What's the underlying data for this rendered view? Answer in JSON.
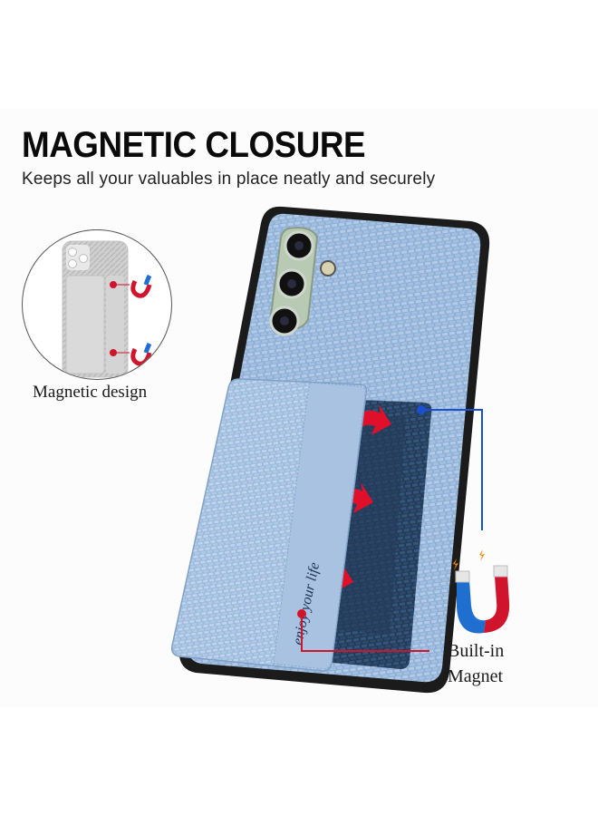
{
  "header": {
    "title": "MAGNETIC CLOSURE",
    "subtitle": "Keeps all your valuables in place neatly and securely"
  },
  "inset": {
    "label": "Magnetic design",
    "icons": [
      "phone-case-sketch-icon",
      "magnet-icon",
      "magnet-icon"
    ]
  },
  "product": {
    "card_slot_text": "enjoy your life",
    "case_color": "#8fb0d6",
    "bumper_color": "#1b1b1b",
    "camera_ring_color": "#b8c9b4",
    "arrow_color": "#e0102a"
  },
  "callouts": {
    "built_in_magnet": {
      "line1": "Built-in",
      "line2": "Magnet",
      "line_color": "#1a4fd0",
      "pointer_color": "#d0142c"
    }
  },
  "colors": {
    "background": "#fcfcfc",
    "title": "#0a0a0a",
    "magnet_red": "#d0142c",
    "magnet_blue": "#1f6fd1"
  }
}
